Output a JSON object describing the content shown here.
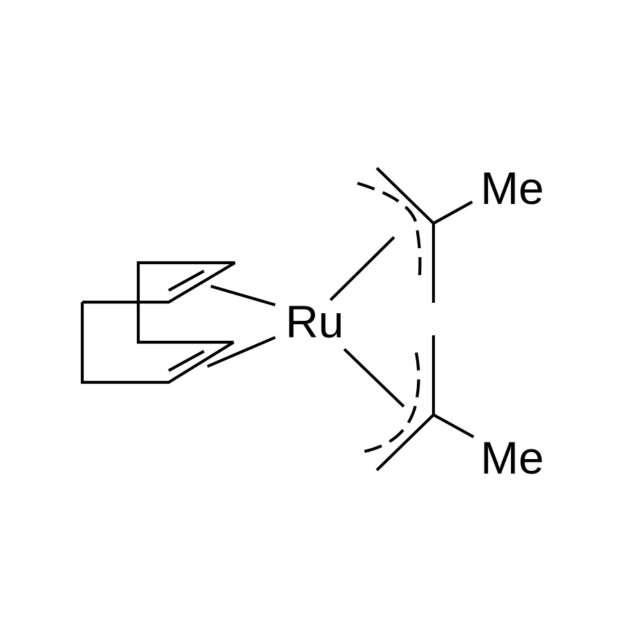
{
  "molecule": {
    "metal": "Ru",
    "methyl_label_top": "Me",
    "methyl_label_bottom": "Me",
    "colors": {
      "bond": "#000000",
      "text": "#000000",
      "background": "#ffffff"
    }
  }
}
